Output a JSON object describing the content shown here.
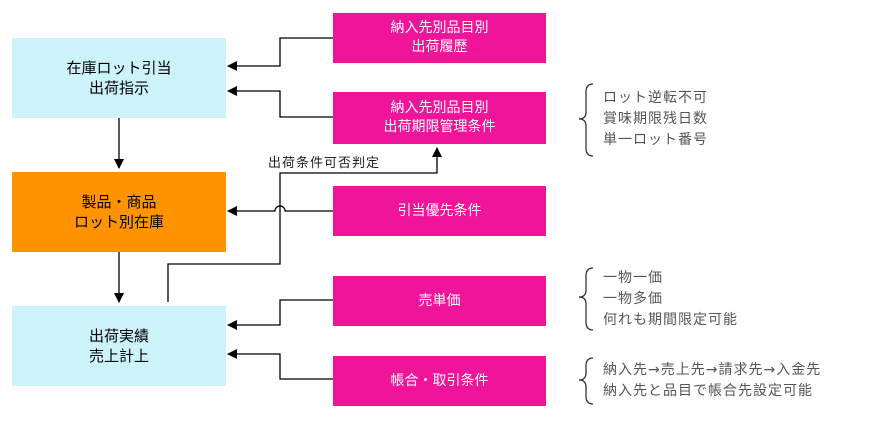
{
  "left": {
    "allocation": [
      "在庫ロット引当",
      "出荷指示"
    ],
    "inventory": [
      "製品・商品",
      "ロット別在庫"
    ],
    "shipment": [
      "出荷実績",
      "売上計上"
    ]
  },
  "right": {
    "history": [
      "納入先別品目別",
      "出荷履歴"
    ],
    "expiry": [
      "納入先別品目別",
      "出荷期限管理条件"
    ],
    "priority": [
      "引当優先条件"
    ],
    "price": [
      "売単価"
    ],
    "account": [
      "帳合・取引条件"
    ]
  },
  "labels": {
    "judgement": "出荷条件可否判定"
  },
  "notes": {
    "expiry": [
      "ロット逆転不可",
      "賞味期限残日数",
      "単一ロット番号"
    ],
    "price": [
      "一物一価",
      "一物多価",
      "何れも期間限定可能"
    ],
    "account": [
      "納入先→売上先→請求先→入金先",
      "納入先と品目で帳合先設定可能"
    ]
  },
  "colors": {
    "cyan": "#ccf2fa",
    "orange": "#ff9400",
    "pink": "#f0149a"
  }
}
